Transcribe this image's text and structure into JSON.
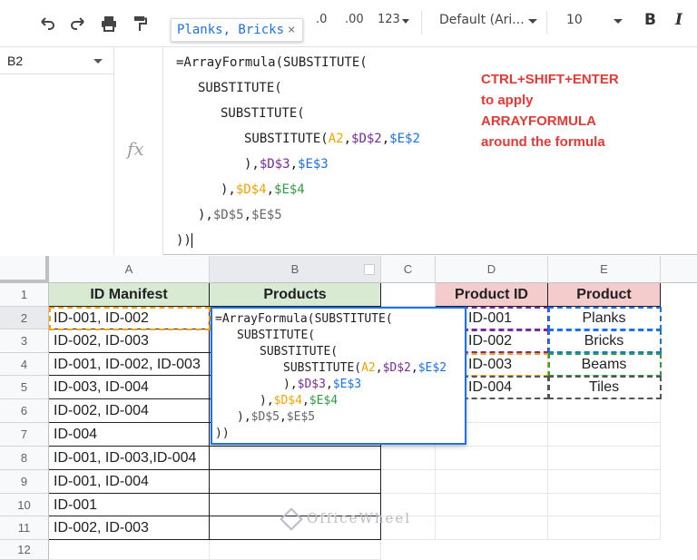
{
  "toolbar": {
    "undo_icon": "undo-icon",
    "redo_icon": "redo-icon",
    "print_icon": "print-icon",
    "paint_format_icon": "paint-format-icon",
    "tooltip_text": "Planks, Bricks",
    "tooltip_close": "×",
    "decimal_decrease": ".0",
    "decimal_increase": ".00",
    "format_label": "123",
    "font_name": "Default (Ari...",
    "font_size": "10",
    "bold_label": "B",
    "italic_label": "I"
  },
  "name_box": "B2",
  "fx_label": "fx",
  "formula_lines": [
    "=ArrayFormula(SUBSTITUTE(",
    "SUBSTITUTE(",
    "SUBSTITUTE(",
    "SUBSTITUTE(A2,$D$2,$E$2",
    "),$D$3,$E$3",
    "),$D$4,$E$4",
    "),$D$5,$E$5",
    "))"
  ],
  "note_lines": [
    "CTRL+SHIFT+ENTER",
    "to apply",
    "ARRAYFORMULA",
    "around the formula"
  ],
  "columns": [
    "A",
    "B",
    "C",
    "D",
    "E"
  ],
  "rows": [
    "1",
    "2",
    "3",
    "4",
    "5",
    "6",
    "7",
    "8",
    "9",
    "10",
    "11",
    "12"
  ],
  "headers": {
    "a1": "ID Manifest",
    "b1": "Products",
    "d1": "Product ID",
    "e1": "Product"
  },
  "manifest": [
    "ID-001, ID-002",
    "ID-002, ID-003",
    "ID-001, ID-002, ID-003",
    "ID-003, ID-004",
    "ID-002, ID-004",
    "ID-004",
    "ID-001, ID-003,ID-004",
    "ID-001, ID-004",
    "ID-001",
    "ID-002, ID-003"
  ],
  "lookup_ids": [
    "ID-001",
    "ID-002",
    "ID-003",
    "ID-004"
  ],
  "lookup_products": [
    "Planks",
    "Bricks",
    "Beams",
    "Tiles"
  ],
  "watermark": "OfficeWheel",
  "colors": {
    "green_header": "#d9ead3",
    "red_header": "#f4cccc",
    "note_red": "#e53935",
    "selection_blue": "#1a73e8"
  }
}
